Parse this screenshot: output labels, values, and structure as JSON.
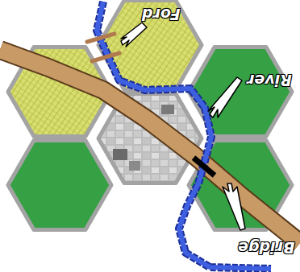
{
  "diagram": {
    "labels": [
      "Ford",
      "River",
      "Bridge"
    ]
  }
}
